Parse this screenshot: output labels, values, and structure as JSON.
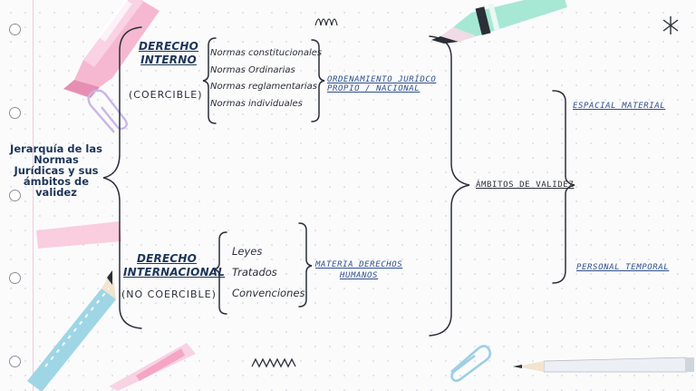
{
  "main_title": "Jerarquía de las Normas Jurídicas y sus ámbitos de validez",
  "derecho_interno": {
    "title_line1": "DERECHO",
    "title_line2": "INTERNO",
    "tag": "(COERCIBLE)",
    "items": [
      "Normas constitucionales",
      "Normas Ordinarias",
      "Normas reglamentarias",
      "Normas individuales"
    ],
    "link_line1": "ORDENAMIENTO JURÍDCO",
    "link_line2": "PROPIO / NACIONAL"
  },
  "derecho_internacional": {
    "title_line1": "DERECHO",
    "title_line2": "INTERNACIONAL",
    "tag": "(NO COERCIBLE)",
    "items": [
      "Leyes",
      "Tratados",
      "Convenciones"
    ],
    "link_line1": "MATERIA DERECHOS",
    "link_line2": "HUMANOS"
  },
  "ambitos": {
    "label": "ÁMBITOS DE VALIDEZ",
    "top": "ESPACIAL MATERIAL",
    "bottom": "PERSONAL TEMPORAL"
  },
  "colors": {
    "pen_navy": "#1d3557",
    "link_blue": "#2f4f8a",
    "highlighter_pink": "#f7b3cf",
    "highlighter_mint": "#9fe3cf"
  }
}
